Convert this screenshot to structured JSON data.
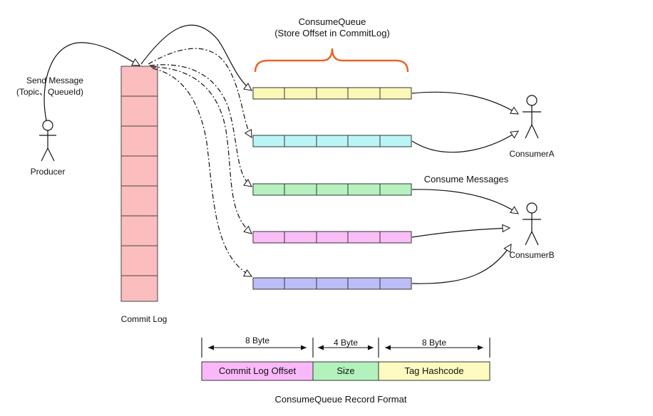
{
  "title_line1": "ConsumeQueue",
  "title_line2": "(Store Offset in CommitLog)",
  "send_message_line1": "Send Message",
  "send_message_line2": "(Topic、QueueId)",
  "producer_label": "Producer",
  "commit_log_label": "Commit Log",
  "consume_messages_label": "Consume Messages",
  "consumer_a_label": "ConsumerA",
  "consumer_b_label": "ConsumerB",
  "record_format": {
    "fields": [
      {
        "size_label": "8 Byte",
        "name": "Commit Log Offset",
        "color": "#f9b9f9"
      },
      {
        "size_label": "4 Byte",
        "name": "Size",
        "color": "#b3f2bd"
      },
      {
        "size_label": "8 Byte",
        "name": "Tag Hashcode",
        "color": "#fdfbbf"
      }
    ],
    "caption": "ConsumeQueue Record Format"
  },
  "colors": {
    "commit_log": "#fbbdbd",
    "brace": "#e8662c",
    "queues": [
      "#fbf7b6",
      "#b9f5f7",
      "#b6f1bf",
      "#f9bdf7",
      "#bcbdf6"
    ]
  }
}
